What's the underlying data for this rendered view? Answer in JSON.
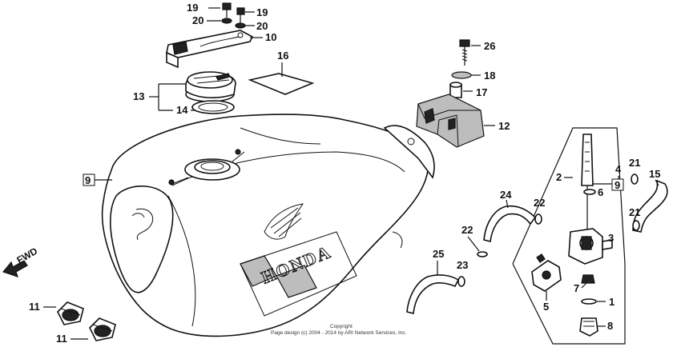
{
  "labels": {
    "l19a": "19",
    "l20a": "20",
    "l19b": "19",
    "l20b": "20",
    "l10": "10",
    "l16": "16",
    "l13": "13",
    "l14": "14",
    "l9a": "9",
    "l26": "26",
    "l18": "18",
    "l17": "17",
    "l12": "12",
    "l2": "2",
    "l4": "4",
    "l9b": "9",
    "l6": "6",
    "l21a": "21",
    "l15": "15",
    "l22a": "22",
    "l24": "24",
    "l21b": "21",
    "l22b": "22",
    "l3": "3",
    "l25": "25",
    "l23": "23",
    "l7": "7",
    "l1": "1",
    "l5": "5",
    "l8": "8",
    "l11a": "11",
    "l11b": "11"
  },
  "fwd": "FWD",
  "tank_logo": "HONDA",
  "copyright": {
    "line1": "Copyright",
    "line2": "Page design (c) 2004 - 2014 by ARI Network Services, Inc."
  }
}
